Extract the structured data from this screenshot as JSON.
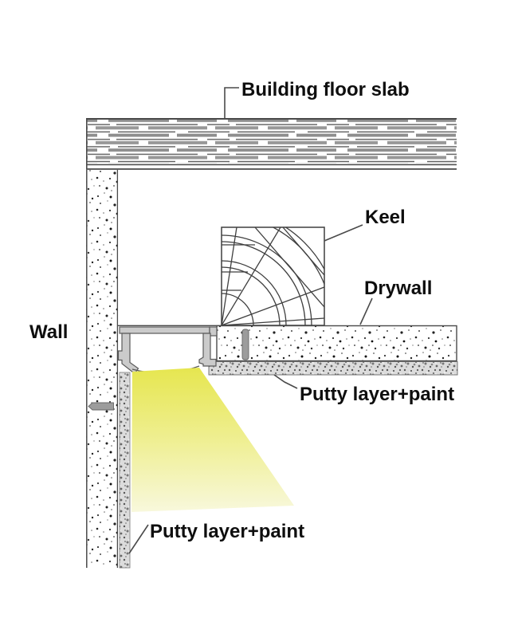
{
  "diagram": {
    "type": "construction-section-detail",
    "labels": {
      "building_floor_slab": "Building floor slab",
      "keel": "Keel",
      "drywall": "Drywall",
      "wall": "Wall",
      "putty_layer_right": "Putty layer+paint",
      "putty_layer_bottom": "Putty layer+paint"
    },
    "colors": {
      "line": "#4a4a4a",
      "text": "#0e0e0e",
      "aluminum": "#cbcbcb",
      "aluminum_outline": "#5a5a5a",
      "beam_top": "#e6e650",
      "beam_mid": "#efef92",
      "beam_bottom": "#f8f8dc",
      "screw": "#9c9c9c",
      "putty_base": "#dcdcdc"
    }
  }
}
